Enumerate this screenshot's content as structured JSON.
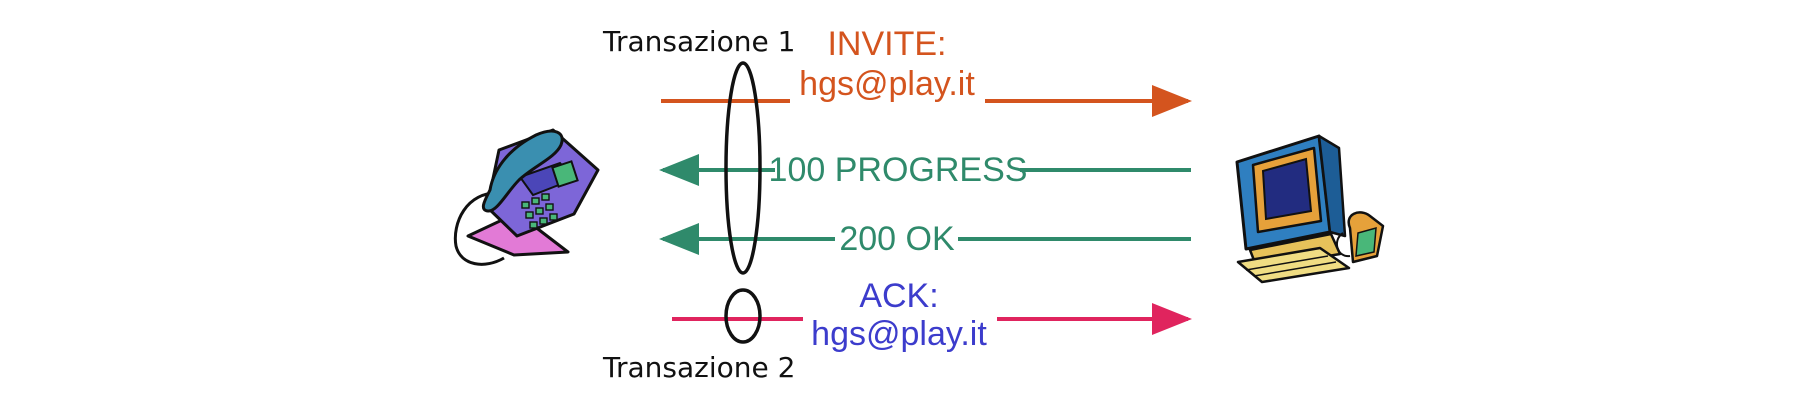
{
  "colors": {
    "invite": "#d4541e",
    "progress": "#2f8a6b",
    "ok": "#2f8a6b",
    "ack_text": "#3c3ccc",
    "ack_line": "#e0245e",
    "outline": "#111111"
  },
  "labels": {
    "transaction_1": "Transazione 1",
    "transaction_2": "Transazione 2"
  },
  "messages": {
    "invite": {
      "line1": "INVITE:",
      "line2": "hgs@play.it"
    },
    "progress": {
      "text": "100 PROGRESS"
    },
    "ok": {
      "text": "200 OK"
    },
    "ack": {
      "line1": "ACK:",
      "line2": "hgs@play.it"
    }
  },
  "icons": {
    "left": "telephone-icon",
    "right": "computer-icon"
  }
}
